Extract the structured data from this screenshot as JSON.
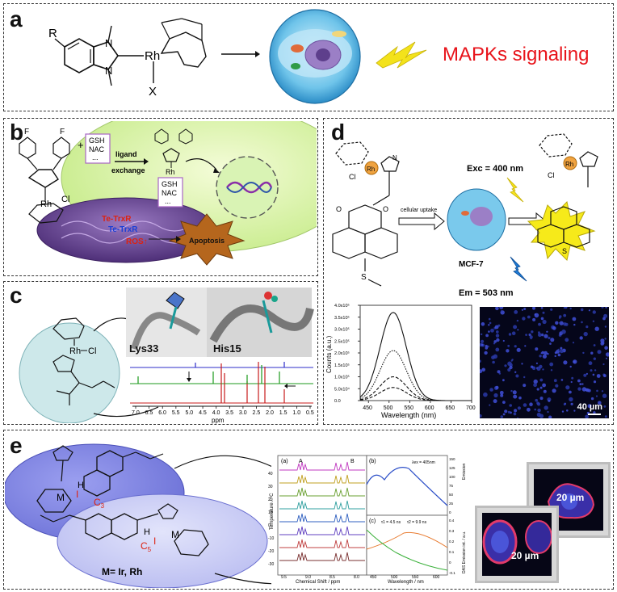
{
  "panels": {
    "a": {
      "label": "a",
      "substituent_R": "R",
      "metal": "Rh",
      "ligand_X": "X",
      "signal_text": "MAPKs signaling",
      "signal_color": "#e8141b"
    },
    "b": {
      "label": "b",
      "metal": "Rh",
      "chloride": "Cl",
      "fluorine": "F",
      "thiols": [
        "GSH",
        "NAC",
        "..."
      ],
      "exchange_label_1": "ligand",
      "exchange_label_2": "exchange",
      "plus": "+",
      "trxr_1": "Te-TrxR",
      "trxr_2": "Te-TrxR",
      "ros": "ROS↑",
      "apoptosis": "Apoptosis"
    },
    "c": {
      "label": "c",
      "metal": "Rh",
      "chloride": "Cl",
      "residue_1": "Lys33",
      "residue_2": "His15",
      "nmr_ticks": [
        "7.0",
        "6.5",
        "6.0",
        "5.5",
        "5.0",
        "4.5",
        "4.0",
        "3.5",
        "3.0",
        "2.5",
        "2.0",
        "1.5",
        "1.0",
        "0.5"
      ],
      "nmr_unit": "ppm"
    },
    "d": {
      "label": "d",
      "metal": "Rh",
      "chloride": "Cl",
      "sulfur": "S",
      "nitrogen": "N",
      "oxygen": "O",
      "uptake": "cellular uptake",
      "cell_line": "MCF-7",
      "exc": "Exc = 400 nm",
      "em": "Em = 503 nm",
      "scale_bar": "40 µm"
    },
    "e": {
      "label": "e",
      "metal_M": "M",
      "iodide": "I",
      "c3": "C",
      "c3_sub": "3",
      "c5": "C",
      "c5_sub": "5",
      "hydrogen": "H",
      "m_def": "M= Ir, Rh",
      "spec_a": "(a)",
      "spec_b": "(b)",
      "spec_c": "(c)",
      "arrow_a": "A",
      "arrow_b": "B",
      "temp_label": "Temperature / °C",
      "temp_ticks": [
        "-30",
        "-20",
        "-10",
        "0",
        "10",
        "20",
        "30",
        "40"
      ],
      "cs_label": "Chemical Shift / ppm",
      "cs_ticks": [
        "9.5",
        "9.0",
        "8.5",
        "8.0"
      ],
      "wl_label": "Wavelength / nm",
      "wl_ticks": [
        "450",
        "500",
        "550",
        "600"
      ],
      "em_label": "Emission",
      "das_label": "DAS Emission int. / a.u.",
      "lambda_label": "λex = 405nm",
      "tau_1": "τ1 = 4.5 ns",
      "tau_2": "τ2 = 9.9 ns",
      "right_ticks_b": [
        "150",
        "125",
        "100",
        "75",
        "50",
        "25",
        "0"
      ],
      "right_ticks_c": [
        "0.4",
        "0.3",
        "0.2",
        "0.1",
        "0",
        "-0.1"
      ],
      "scale_1": "20 µm",
      "scale_2": "20 µm"
    }
  },
  "chart_data": {
    "type": "line",
    "ylabel": "Counts (a.u.)",
    "xlabel": "Wavelength (nm)",
    "xlim": [
      430,
      700
    ],
    "ylim": [
      0,
      400000.0
    ],
    "xticks": [
      450,
      500,
      550,
      600,
      650,
      700
    ],
    "ytick_labels": [
      "0.0",
      "5.0x10⁴",
      "1.0x10⁵",
      "1.5x10⁵",
      "2.0x10⁵",
      "2.5x10⁵",
      "3.0x10⁵",
      "3.5x10⁵",
      "4.0x10⁵"
    ],
    "ytick_values": [
      0,
      50000,
      100000,
      150000,
      200000,
      250000,
      300000,
      350000,
      400000
    ],
    "series": [
      {
        "style": "solid",
        "peak": 370000.0,
        "center": 510,
        "width": 45
      },
      {
        "style": "dotted",
        "peak": 210000.0,
        "center": 510,
        "width": 45
      },
      {
        "style": "dashed",
        "peak": 100000.0,
        "center": 510,
        "width": 45
      },
      {
        "style": "dashed",
        "peak": 55000.0,
        "center": 510,
        "width": 45
      }
    ]
  }
}
